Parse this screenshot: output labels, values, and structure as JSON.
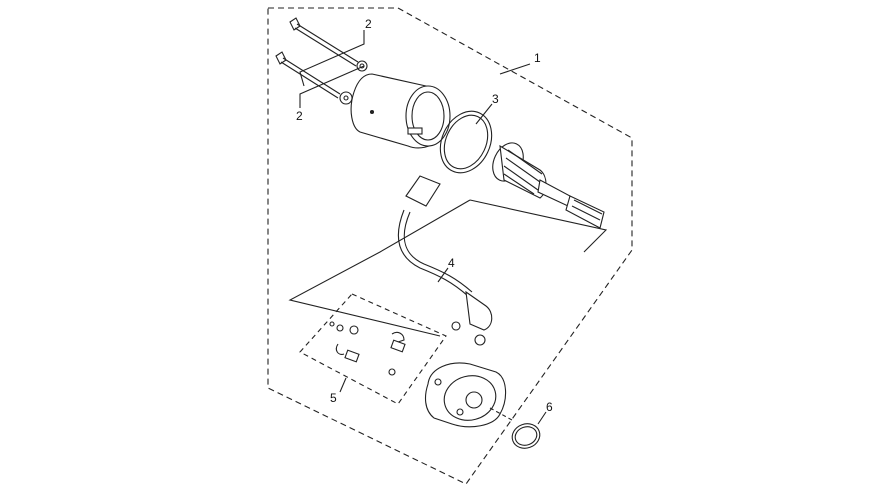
{
  "callouts": {
    "c1": "1",
    "c2a": "2",
    "c2b": "2",
    "c3": "3",
    "c4": "4",
    "c5": "5",
    "c6": "6"
  },
  "colors": {
    "line": "#222222",
    "background": "#ffffff"
  }
}
